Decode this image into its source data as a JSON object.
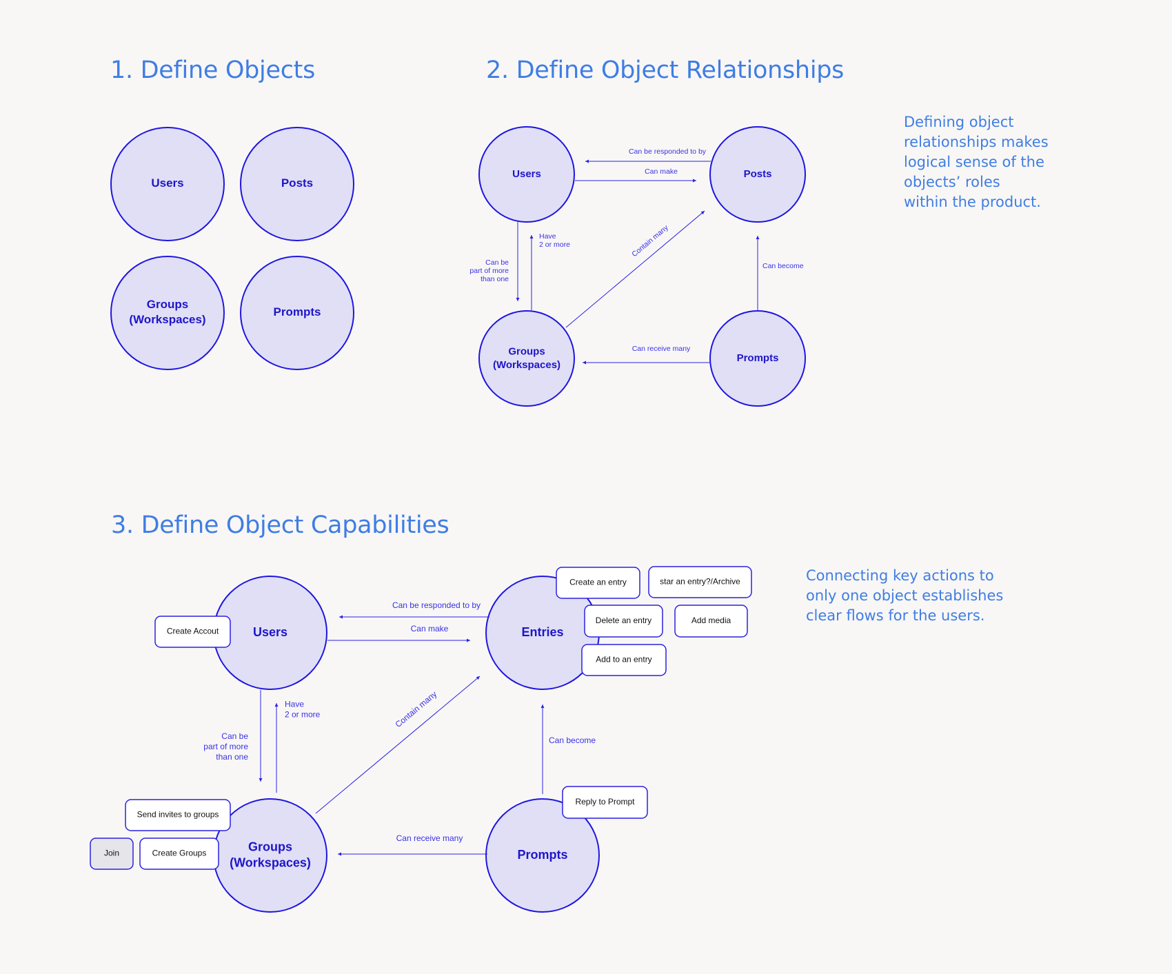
{
  "section1": {
    "title": "1. Define Objects",
    "objects": [
      "Users",
      "Posts",
      "Groups\n(Workspaces)",
      "Prompts"
    ]
  },
  "section2": {
    "title": "2. Define Object Relationships",
    "note": "Defining object relationships makes logical sense of the objects’ roles within the product.",
    "objects": [
      "Users",
      "Posts",
      "Groups\n(Workspaces)",
      "Prompts"
    ],
    "relationships": {
      "can_be_responded_to_by": "Can be responded to by",
      "can_make": "Can make",
      "have_2_or_more": "Have\n2 or more",
      "can_be_part_of_more": "Can be\npart of more\nthan one",
      "contain_many": "Contain many",
      "can_become": "Can become",
      "can_receive_many": "Can receive many"
    }
  },
  "section3": {
    "title": "3. Define Object Capabilities",
    "note": "Connecting key actions to only one object establishes clear flows for the users.",
    "objects": [
      "Users",
      "Entries",
      "Groups\n(Workspaces)",
      "Prompts"
    ],
    "relationships": {
      "can_be_responded_to_by": "Can be responded to by",
      "can_make": "Can make",
      "have_2_or_more": "Have\n2 or more",
      "can_be_part_of_more": "Can be\npart of more\nthan one",
      "contain_many": "Contain many",
      "can_become": "Can become",
      "can_receive_many": "Can receive many"
    },
    "actions": {
      "create_account": "Create Accout",
      "create_entry": "Create an entry",
      "star_entry": "star an entry?/Archive",
      "delete_entry": "Delete an entry",
      "add_media": "Add media",
      "add_to_entry": "Add to an entry",
      "send_invites": "Send invites to groups",
      "join": "Join",
      "create_groups": "Create Groups",
      "reply_to_prompt": "Reply to Prompt"
    }
  },
  "colors": {
    "heading": "#3f7de3",
    "node_fill": "#e0dff6",
    "node_stroke": "#1f15df",
    "node_text": "#1f15c8",
    "edge": "#2b22e6",
    "background": "#f8f7f6"
  }
}
